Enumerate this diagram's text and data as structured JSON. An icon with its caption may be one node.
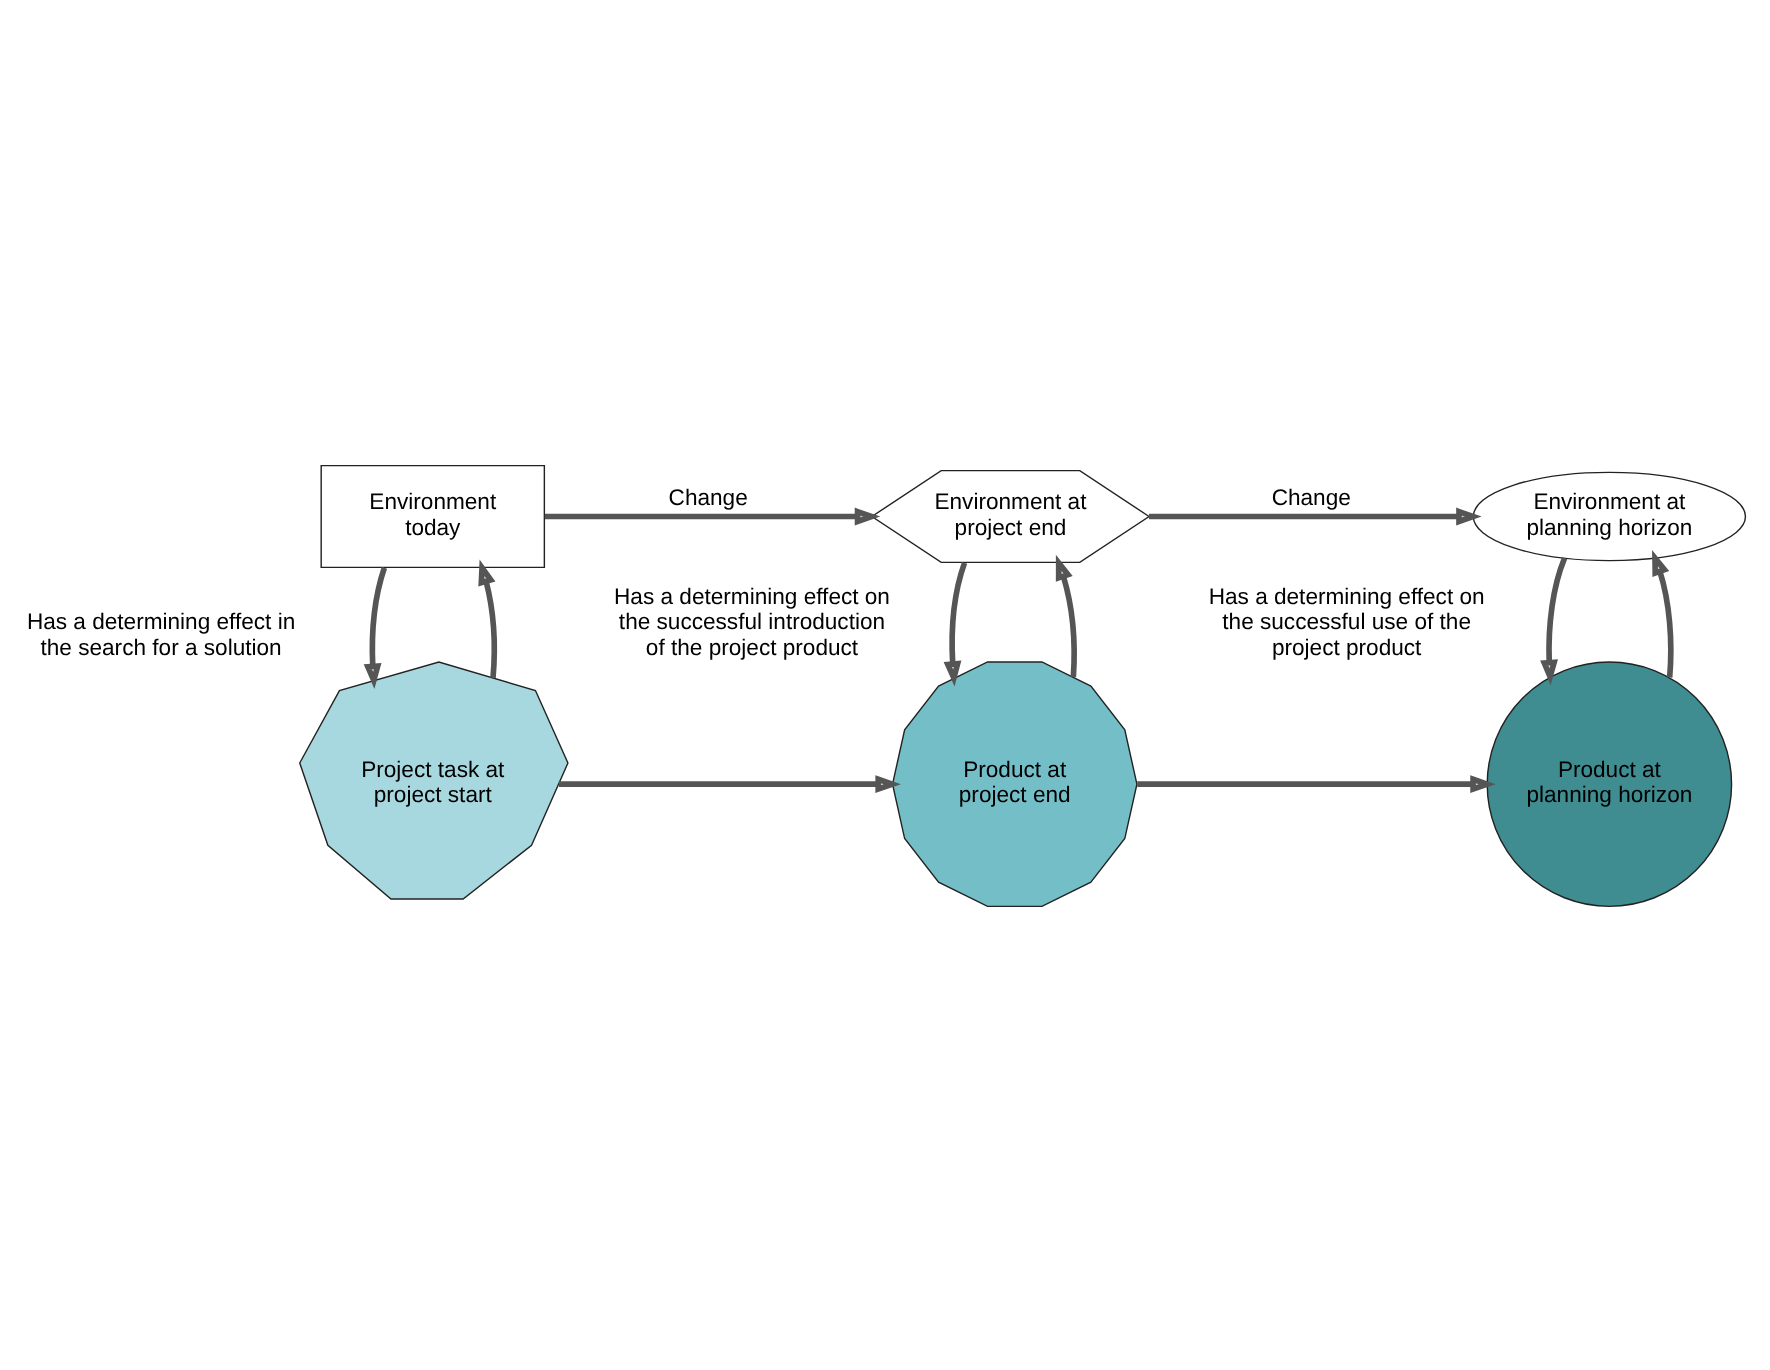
{
  "diagram": {
    "nodes": [
      {
        "text": [
          "Environment today"
        ]
      },
      {
        "text": [
          "Environment at project end"
        ]
      },
      {
        "text": [
          "Environment at planning horizon"
        ]
      },
      {
        "text": [
          "Project task at project start"
        ],
        "beside": [
          "Has a determining effect in the search for a solution"
        ]
      },
      {
        "text": [
          "Product at project end"
        ],
        "beside": [
          "Has a determining effect on the successful introduction of the project product"
        ]
      },
      {
        "text": [
          "Product at planning horizon"
        ],
        "beside": [
          "Has a determining effect on the successful use of the project product"
        ]
      }
    ],
    "edges": [
      {
        "from": 0,
        "to": 1,
        "arrow": "to",
        "label": "Change"
      },
      {
        "from": 1,
        "to": 2,
        "arrow": "to",
        "label": "Change"
      },
      {
        "from": 3,
        "to": 0,
        "arrow": "to"
      },
      {
        "from": 0,
        "to": 3,
        "arrow": "to"
      },
      {
        "from": 4,
        "to": 1,
        "arrow": "to"
      },
      {
        "from": 1,
        "to": 4,
        "arrow": "to"
      },
      {
        "from": 5,
        "to": 2,
        "arrow": "to"
      },
      {
        "from": 2,
        "to": 5,
        "arrow": "to"
      },
      {
        "from": 3,
        "to": 4,
        "arrow": "to"
      },
      {
        "from": 4,
        "to": 5,
        "arrow": "to"
      }
    ]
  }
}
